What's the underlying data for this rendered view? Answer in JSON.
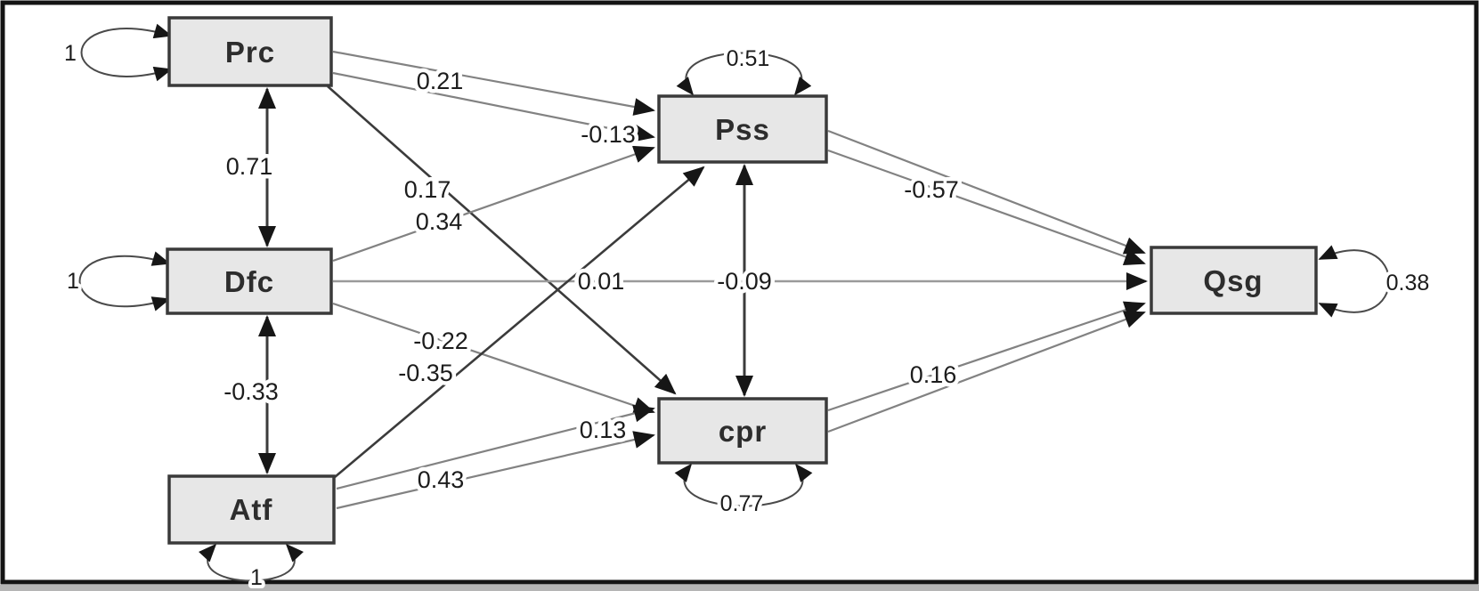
{
  "diagram": {
    "type": "sem-path-diagram",
    "nodes": {
      "prc": {
        "label": "Prc",
        "variance": "1"
      },
      "dfc": {
        "label": "Dfc",
        "variance": "1"
      },
      "atf": {
        "label": "Atf",
        "variance": "1"
      },
      "pss": {
        "label": "Pss",
        "variance": "0.51"
      },
      "cpr": {
        "label": "cpr",
        "variance": "0.77"
      },
      "qsg": {
        "label": "Qsg",
        "variance": "0.38"
      }
    },
    "edges": {
      "prc_dfc": {
        "from": "Prc",
        "to": "Dfc",
        "value": "0.71",
        "style": "bidirectional"
      },
      "dfc_atf": {
        "from": "Dfc",
        "to": "Atf",
        "value": "-0.33",
        "style": "bidirectional"
      },
      "pss_cpr": {
        "from": "Pss",
        "to": "cpr",
        "value": "-0.09",
        "style": "bidirectional"
      },
      "prc_pss_a": {
        "from": "Prc",
        "to": "Pss",
        "value": "0.21",
        "style": "directed"
      },
      "prc_pss_b": {
        "from": "Prc",
        "to": "Pss",
        "value": "-0.13",
        "style": "directed"
      },
      "prc_cpr": {
        "from": "Prc",
        "to": "cpr",
        "value": "0.17",
        "style": "directed"
      },
      "dfc_pss": {
        "from": "Dfc",
        "to": "Pss",
        "value": "0.34",
        "style": "directed"
      },
      "dfc_qsg": {
        "from": "Dfc",
        "to": "Qsg",
        "value": "0.01",
        "style": "directed"
      },
      "dfc_cpr": {
        "from": "Dfc",
        "to": "cpr",
        "value": "-0.22",
        "style": "directed"
      },
      "atf_pss": {
        "from": "Atf",
        "to": "Pss",
        "value": "-0.35",
        "style": "directed"
      },
      "atf_cpr_a": {
        "from": "Atf",
        "to": "cpr",
        "value": "0.13",
        "style": "directed"
      },
      "atf_cpr_b": {
        "from": "Atf",
        "to": "cpr",
        "value": "0.43",
        "style": "directed"
      },
      "pss_qsg_a": {
        "from": "Pss",
        "to": "Qsg",
        "value": "-0.57",
        "style": "directed"
      },
      "pss_qsg_b": {
        "from": "Pss",
        "to": "Qsg",
        "value": "",
        "style": "directed"
      },
      "cpr_qsg_a": {
        "from": "cpr",
        "to": "Qsg",
        "value": "0.16",
        "style": "directed"
      },
      "cpr_qsg_b": {
        "from": "cpr",
        "to": "Qsg",
        "value": "",
        "style": "directed"
      }
    }
  }
}
